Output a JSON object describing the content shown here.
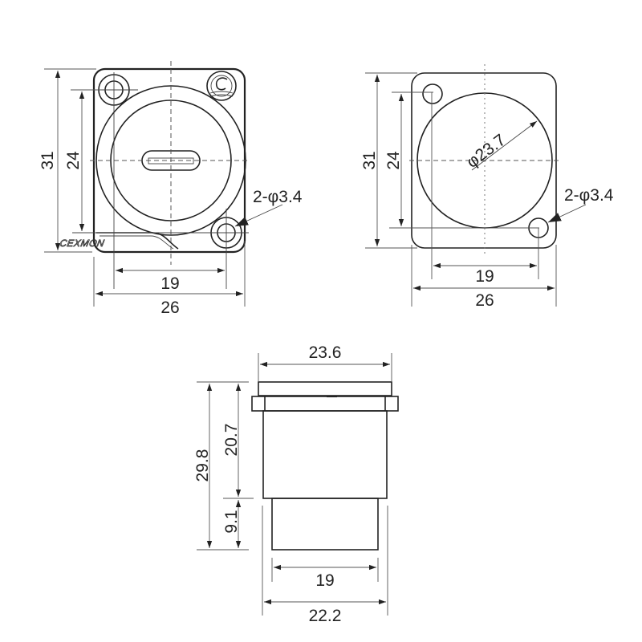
{
  "drawing": {
    "subject": "USB-C panel mount connector (D-type) dimension drawing",
    "units": "mm",
    "line_color": "#222222",
    "background": "#ffffff"
  },
  "front_view": {
    "brand_label": "CEXMON",
    "dimensions": {
      "height_outer": "31",
      "height_holes": "24",
      "width_holes": "19",
      "width_outer": "26",
      "holes_callout": "2-φ3.4"
    }
  },
  "cutout_view": {
    "dimensions": {
      "height_outer": "31",
      "height_holes": "24",
      "diameter": "φ23.7",
      "holes_callout": "2-φ3.4",
      "width_holes": "19",
      "width_outer": "26"
    }
  },
  "side_view": {
    "dimensions": {
      "flange_width": "23.6",
      "total_height": "29.8",
      "upper_body_height": "20.7",
      "lower_body_height": "9.1",
      "lower_body_width": "19",
      "body_width": "22.2"
    }
  }
}
